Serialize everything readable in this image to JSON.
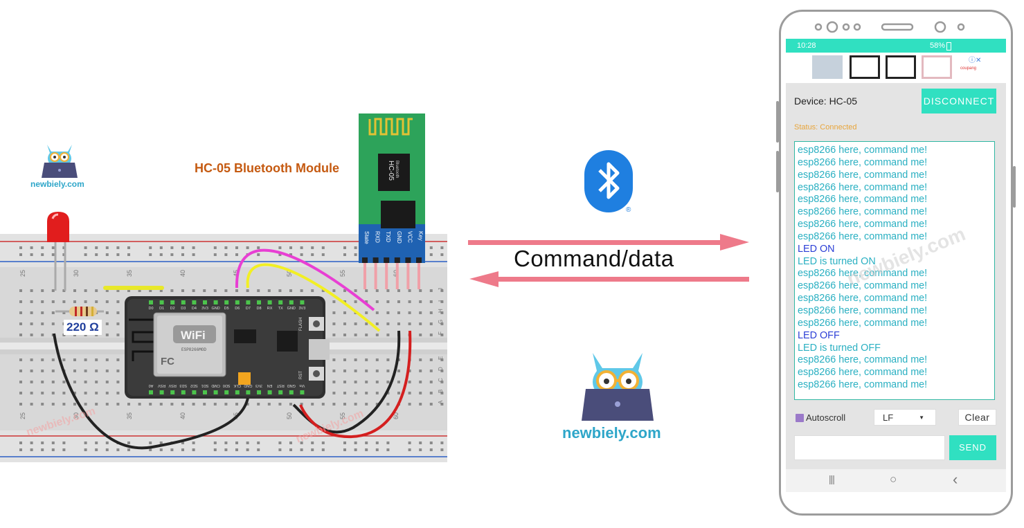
{
  "logo": {
    "text": "newbiely.com"
  },
  "module_label": "HC-05 Bluetooth Module",
  "module_chip": {
    "name": "HC-05",
    "sub": "Bluetooth"
  },
  "module_pins": [
    "State",
    "RXD",
    "TXD",
    "GND",
    "VCC",
    "Key"
  ],
  "resistor_label": "220 Ω",
  "breadboard": {
    "numbers": [
      "25",
      "30",
      "35",
      "40",
      "45",
      "50",
      "55",
      "60"
    ],
    "rows": [
      "J",
      "I",
      "H",
      "G",
      "F",
      "E",
      "D",
      "C",
      "B",
      "A"
    ],
    "watermark": "newbiely.com"
  },
  "nodemcu": {
    "top_pins": [
      "D0",
      "D1",
      "D2",
      "D3",
      "D4",
      "3V3",
      "GND",
      "D5",
      "D6",
      "D7",
      "D8",
      "RX",
      "TX",
      "GND",
      "3V3"
    ],
    "bottom_pins": [
      "A0",
      "RSV",
      "RSV",
      "SD3",
      "SD2",
      "SD1",
      "CMD",
      "SD0",
      "CLK",
      "GND",
      "3V3",
      "EN",
      "RST",
      "GND",
      "Vin"
    ],
    "wifi_text": "WiFi",
    "module_text": "ESP8266MOD",
    "fc_text": "FC",
    "flash_label": "FLASH",
    "rst_label": "RST"
  },
  "center": {
    "command_label": "Command/data",
    "bt_reg": "®"
  },
  "colors": {
    "arrow": "#ee7a8a",
    "teal": "#30e0c1",
    "logo_blue": "#2ea6c9",
    "module_orange": "#c55a11"
  },
  "phone": {
    "status_bar": {
      "time": "10:28",
      "battery": "58%"
    },
    "ad": {
      "badge": "ⓘ✕",
      "brand": "coupang"
    },
    "device_label": "Device: HC-05",
    "disconnect_label": "DISCONNECT",
    "status_label": "Status: Connected",
    "console_lines": [
      {
        "text": "esp8266 here, command me!",
        "hl": false
      },
      {
        "text": "esp8266 here, command me!",
        "hl": false
      },
      {
        "text": "esp8266 here, command me!",
        "hl": false
      },
      {
        "text": "esp8266 here, command me!",
        "hl": false
      },
      {
        "text": "esp8266 here, command me!",
        "hl": false
      },
      {
        "text": "esp8266 here, command me!",
        "hl": false
      },
      {
        "text": "esp8266 here, command me!",
        "hl": false
      },
      {
        "text": "esp8266 here, command me!",
        "hl": false
      },
      {
        "text": "LED ON",
        "hl": true
      },
      {
        "text": "LED is turned ON",
        "hl": false
      },
      {
        "text": "esp8266 here, command me!",
        "hl": false
      },
      {
        "text": "esp8266 here, command me!",
        "hl": false
      },
      {
        "text": "esp8266 here, command me!",
        "hl": false
      },
      {
        "text": "esp8266 here, command me!",
        "hl": false
      },
      {
        "text": "esp8266 here, command me!",
        "hl": false
      },
      {
        "text": "LED OFF",
        "hl": true
      },
      {
        "text": "LED is turned OFF",
        "hl": false
      },
      {
        "text": "esp8266 here, command me!",
        "hl": false
      },
      {
        "text": "esp8266 here, command me!",
        "hl": false
      },
      {
        "text": "esp8266 here, command me!",
        "hl": false
      }
    ],
    "watermark": "newbiely.com",
    "autoscroll_label": "Autoscroll",
    "lf_value": "LF",
    "clear_label": "Clear",
    "send_label": "SEND",
    "nav": {
      "recents": "|||",
      "home": "○",
      "back": "‹"
    }
  }
}
